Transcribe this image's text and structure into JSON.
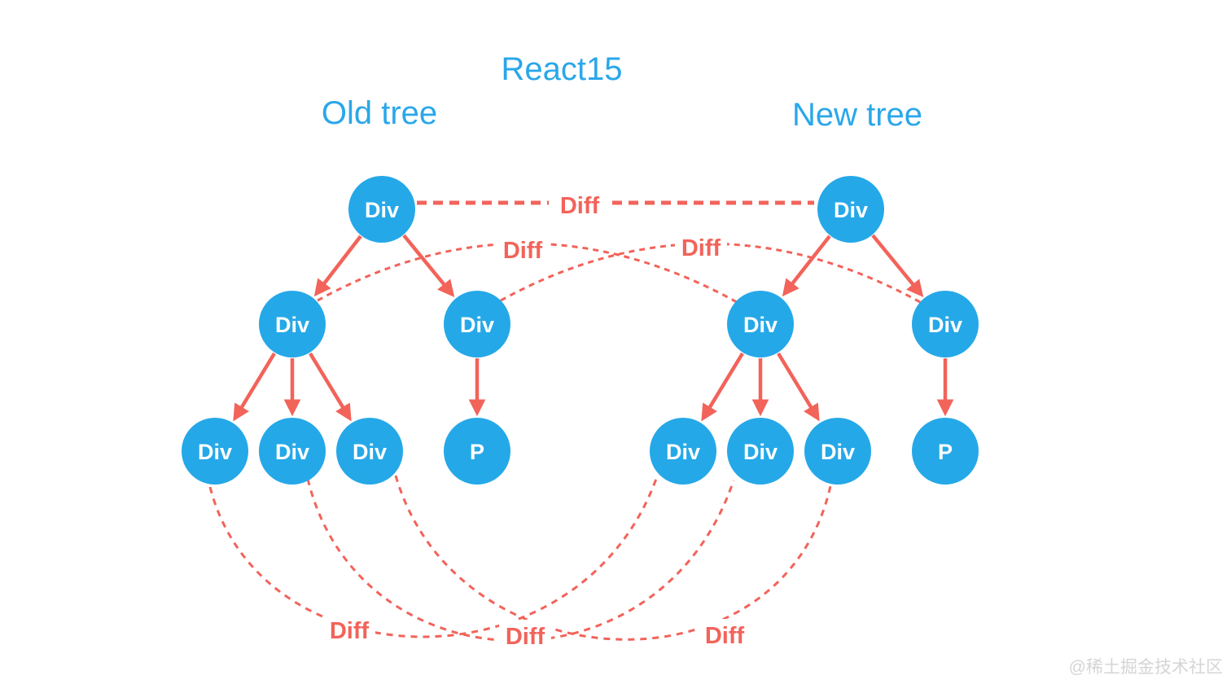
{
  "title": "React15",
  "tree_headings": {
    "old": "Old tree",
    "new": "New tree"
  },
  "diff_label": "Diff",
  "watermark": "@稀土掘金技术社区",
  "colors": {
    "node_blue": "#25A8E8",
    "heading_blue": "#2AA7EA",
    "diff_red": "#F2635A",
    "node_text": "#FFFFFF",
    "watermark_gray": "#D5D5D7",
    "background": "#FFFFFF"
  },
  "old_tree": {
    "heading": "Old tree",
    "nodes": [
      {
        "id": "old-root",
        "label": "Div",
        "level": 1
      },
      {
        "id": "old-child-1",
        "label": "Div",
        "level": 2
      },
      {
        "id": "old-child-2",
        "label": "Div",
        "level": 2
      },
      {
        "id": "old-grandchild-1",
        "label": "Div",
        "level": 3
      },
      {
        "id": "old-grandchild-2",
        "label": "Div",
        "level": 3
      },
      {
        "id": "old-grandchild-3",
        "label": "Div",
        "level": 3
      },
      {
        "id": "old-grandchild-p",
        "label": "P",
        "level": 3
      }
    ],
    "edges": [
      [
        "old-root",
        "old-child-1"
      ],
      [
        "old-root",
        "old-child-2"
      ],
      [
        "old-child-1",
        "old-grandchild-1"
      ],
      [
        "old-child-1",
        "old-grandchild-2"
      ],
      [
        "old-child-1",
        "old-grandchild-3"
      ],
      [
        "old-child-2",
        "old-grandchild-p"
      ]
    ]
  },
  "new_tree": {
    "heading": "New tree",
    "nodes": [
      {
        "id": "new-root",
        "label": "Div",
        "level": 1
      },
      {
        "id": "new-child-1",
        "label": "Div",
        "level": 2
      },
      {
        "id": "new-child-2",
        "label": "Div",
        "level": 2
      },
      {
        "id": "new-grandchild-1",
        "label": "Div",
        "level": 3
      },
      {
        "id": "new-grandchild-2",
        "label": "Div",
        "level": 3
      },
      {
        "id": "new-grandchild-3",
        "label": "Div",
        "level": 3
      },
      {
        "id": "new-grandchild-p",
        "label": "P",
        "level": 3
      }
    ],
    "edges": [
      [
        "new-root",
        "new-child-1"
      ],
      [
        "new-root",
        "new-child-2"
      ],
      [
        "new-child-1",
        "new-grandchild-1"
      ],
      [
        "new-child-1",
        "new-grandchild-2"
      ],
      [
        "new-child-1",
        "new-grandchild-3"
      ],
      [
        "new-child-2",
        "new-grandchild-p"
      ]
    ]
  },
  "diff_comparisons": [
    {
      "from": "old-root",
      "to": "new-root",
      "label": "Diff"
    },
    {
      "from": "old-child-1",
      "to": "new-child-1",
      "label": "Diff"
    },
    {
      "from": "old-child-2",
      "to": "new-child-2",
      "label": "Diff"
    },
    {
      "from": "old-grandchild-1",
      "to": "new-grandchild-1",
      "label": "Diff"
    },
    {
      "from": "old-grandchild-2",
      "to": "new-grandchild-2",
      "label": "Diff"
    },
    {
      "from": "old-grandchild-3",
      "to": "new-grandchild-3",
      "label": "Diff"
    }
  ]
}
